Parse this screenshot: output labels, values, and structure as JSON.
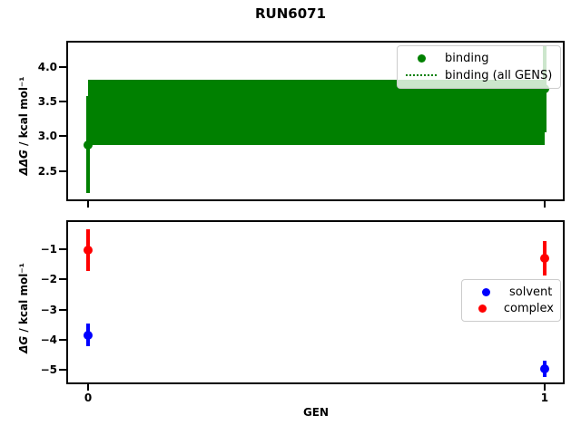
{
  "chart_data": [
    {
      "type": "scatter",
      "panel": "top",
      "title": "RUN6071",
      "ylabel_symbol": "ΔΔG",
      "ylabel_rest": " / kcal mol⁻¹",
      "ylim": [
        2.07,
        4.37
      ],
      "xlim": [
        -0.048,
        1.044
      ],
      "grid": false,
      "yticks": [
        {
          "v": 2.5,
          "label": "2.5"
        },
        {
          "v": 3.0,
          "label": "3.0"
        },
        {
          "v": 3.5,
          "label": "3.5"
        },
        {
          "v": 4.0,
          "label": "4.0"
        }
      ],
      "xticks": [
        {
          "v": 0,
          "label": "0"
        },
        {
          "v": 1,
          "label": "1"
        }
      ],
      "series": [
        {
          "name": "binding",
          "style": "marker",
          "color": "#008000",
          "x": [
            0,
            1
          ],
          "y": [
            2.88,
            3.68
          ],
          "yerr": [
            0.7,
            0.62
          ]
        },
        {
          "name": "binding (all GENS)",
          "style": "dotted-line-with-band",
          "color": "#008000",
          "mean": 3.34,
          "band": [
            2.87,
            3.81
          ],
          "band_x": [
            0,
            1
          ]
        }
      ],
      "legend": {
        "position": "upper right",
        "entries": [
          {
            "label": "binding",
            "marker": "dot",
            "color": "#008000"
          },
          {
            "label": "binding (all GENS)",
            "marker": "dotted-line",
            "color": "#008000"
          }
        ]
      }
    },
    {
      "type": "scatter",
      "panel": "bottom",
      "xlabel": "GEN",
      "ylabel_symbol": "ΔG",
      "ylabel_rest": " / kcal mol⁻¹",
      "ylim": [
        -5.49,
        -0.03
      ],
      "xlim": [
        -0.048,
        1.044
      ],
      "grid": false,
      "yticks": [
        {
          "v": -1,
          "label": "−1"
        },
        {
          "v": -2,
          "label": "−2"
        },
        {
          "v": -3,
          "label": "−3"
        },
        {
          "v": -4,
          "label": "−4"
        },
        {
          "v": -5,
          "label": "−5"
        }
      ],
      "xticks": [
        {
          "v": 0,
          "label": "0"
        },
        {
          "v": 1,
          "label": "1"
        }
      ],
      "series": [
        {
          "name": "solvent",
          "style": "marker",
          "color": "#0000ff",
          "x": [
            0,
            1
          ],
          "y": [
            -3.85,
            -4.97
          ],
          "yerr": [
            0.38,
            0.28
          ]
        },
        {
          "name": "complex",
          "style": "marker",
          "color": "#ff0000",
          "x": [
            0,
            1
          ],
          "y": [
            -1.02,
            -1.3
          ],
          "yerr": [
            0.7,
            0.58
          ]
        }
      ],
      "legend": {
        "position": "center right",
        "entries": [
          {
            "label": "solvent",
            "marker": "dot",
            "color": "#0000ff"
          },
          {
            "label": "complex",
            "marker": "dot",
            "color": "#ff0000"
          }
        ]
      }
    }
  ]
}
